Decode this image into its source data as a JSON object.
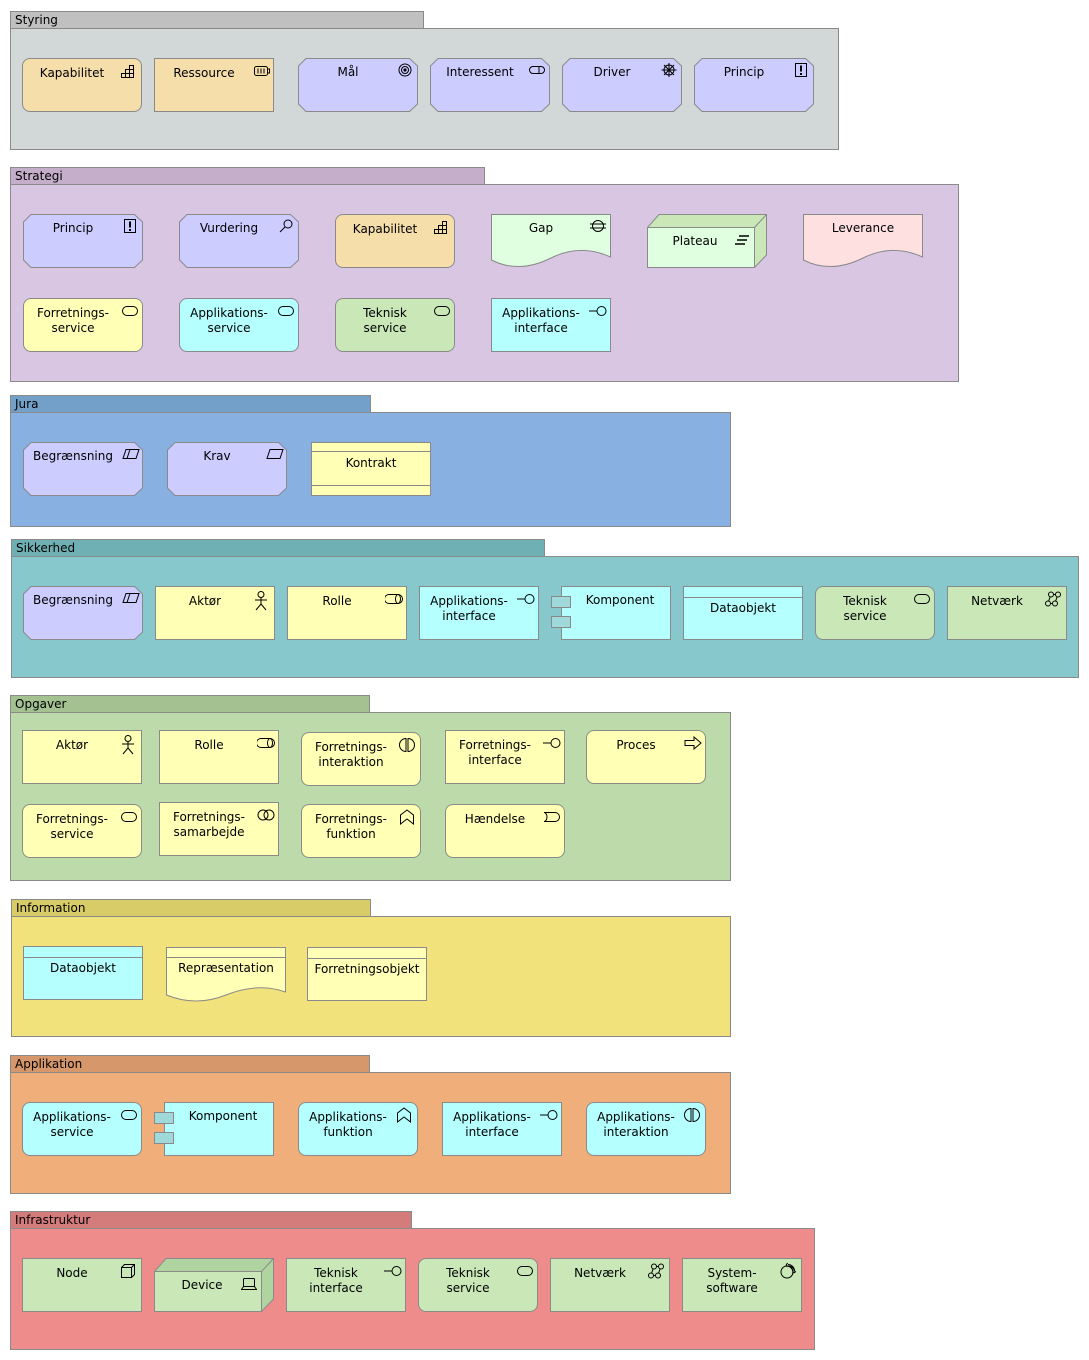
{
  "colors": {
    "motivation": "#ccccff",
    "strategy": "#f5deaa",
    "business": "#ffffb5",
    "application": "#b5ffff",
    "technology": "#c9e7b7",
    "implementation_light": "#e0ffe0",
    "implementation_pink": "#ffe0e0"
  },
  "groups": [
    {
      "title": "Styring",
      "tab_color": "#c0c0c0",
      "bg": "#d2d7d7"
    },
    {
      "title": "Strategi",
      "tab_color": "#c4aec9",
      "bg": "#d9c6e3"
    },
    {
      "title": "Jura",
      "tab_color": "#72a0c9",
      "bg": "#88b0e1"
    },
    {
      "title": "Sikkerhed",
      "tab_color": "#6fb0b4",
      "bg": "#87c8cc"
    },
    {
      "title": "Opgaver",
      "tab_color": "#a4c291",
      "bg": "#bcdaaa"
    },
    {
      "title": "Information",
      "tab_color": "#d8cc68",
      "bg": "#f2e27b"
    },
    {
      "title": "Applikation",
      "tab_color": "#d6976a",
      "bg": "#f0ae7a"
    },
    {
      "title": "Infrastruktur",
      "tab_color": "#d47c7c",
      "bg": "#ee8c8c"
    }
  ],
  "elements": {
    "styring": [
      {
        "label": "Kapabilitet",
        "icon": "capability-icon"
      },
      {
        "label": "Ressource",
        "icon": "resource-icon"
      },
      {
        "label": "Mål",
        "icon": "goal-icon"
      },
      {
        "label": "Interessent",
        "icon": "stakeholder-icon"
      },
      {
        "label": "Driver",
        "icon": "driver-icon"
      },
      {
        "label": "Princip",
        "icon": "principle-icon"
      }
    ],
    "strategi": [
      {
        "label": "Princip",
        "icon": "principle-icon"
      },
      {
        "label": "Vurdering",
        "icon": "assessment-icon"
      },
      {
        "label": "Kapabilitet",
        "icon": "capability-icon"
      },
      {
        "label": "Gap",
        "icon": "gap-icon"
      },
      {
        "label": "Plateau",
        "icon": "plateau-icon"
      },
      {
        "label": "Leverance",
        "icon": "deliverable-icon"
      },
      {
        "label": "Forretnings-\nservice",
        "icon": "service-icon"
      },
      {
        "label": "Applikations-\nservice",
        "icon": "service-icon"
      },
      {
        "label": "Teknisk\nservice",
        "icon": "service-icon"
      },
      {
        "label": "Applikations-\ninterface",
        "icon": "interface-icon"
      }
    ],
    "jura": [
      {
        "label": "Begrænsning",
        "icon": "constraint-icon"
      },
      {
        "label": "Krav",
        "icon": "requirement-icon"
      },
      {
        "label": "Kontrakt",
        "icon": "contract-icon"
      }
    ],
    "sikkerhed": [
      {
        "label": "Begrænsning",
        "icon": "constraint-icon"
      },
      {
        "label": "Aktør",
        "icon": "actor-icon"
      },
      {
        "label": "Rolle",
        "icon": "role-icon"
      },
      {
        "label": "Applikations-\ninterface",
        "icon": "interface-icon"
      },
      {
        "label": "Komponent",
        "icon": "component-icon"
      },
      {
        "label": "Dataobjekt",
        "icon": "data-object-icon"
      },
      {
        "label": "Teknisk\nservice",
        "icon": "service-icon"
      },
      {
        "label": "Netværk",
        "icon": "network-icon"
      }
    ],
    "opgaver": [
      {
        "label": "Aktør",
        "icon": "actor-icon"
      },
      {
        "label": "Rolle",
        "icon": "role-icon"
      },
      {
        "label": "Forretnings-\ninteraktion",
        "icon": "interaction-icon"
      },
      {
        "label": "Forretnings-\ninterface",
        "icon": "interface-icon"
      },
      {
        "label": "Proces",
        "icon": "process-icon"
      },
      {
        "label": "Forretnings-\nservice",
        "icon": "service-icon"
      },
      {
        "label": "Forretnings-\nsamarbejde",
        "icon": "collaboration-icon"
      },
      {
        "label": "Forretnings-\nfunktion",
        "icon": "function-icon"
      },
      {
        "label": "Hændelse",
        "icon": "event-icon"
      }
    ],
    "information": [
      {
        "label": "Dataobjekt",
        "icon": "data-object-icon"
      },
      {
        "label": "Repræsentation",
        "icon": "representation-icon"
      },
      {
        "label": "Forretningsobjekt",
        "icon": "business-object-icon"
      }
    ],
    "applikation": [
      {
        "label": "Applikations-\nservice",
        "icon": "service-icon"
      },
      {
        "label": "Komponent",
        "icon": "component-icon"
      },
      {
        "label": "Applikations-\nfunktion",
        "icon": "function-icon"
      },
      {
        "label": "Applikations-\ninterface",
        "icon": "interface-icon"
      },
      {
        "label": "Applikations-\ninteraktion",
        "icon": "interaction-icon"
      }
    ],
    "infrastruktur": [
      {
        "label": "Node",
        "icon": "node-icon"
      },
      {
        "label": "Device",
        "icon": "device-icon"
      },
      {
        "label": "Teknisk\ninterface",
        "icon": "interface-icon"
      },
      {
        "label": "Teknisk\nservice",
        "icon": "service-icon"
      },
      {
        "label": "Netværk",
        "icon": "network-icon"
      },
      {
        "label": "System-\nsoftware",
        "icon": "system-software-icon"
      }
    ]
  }
}
